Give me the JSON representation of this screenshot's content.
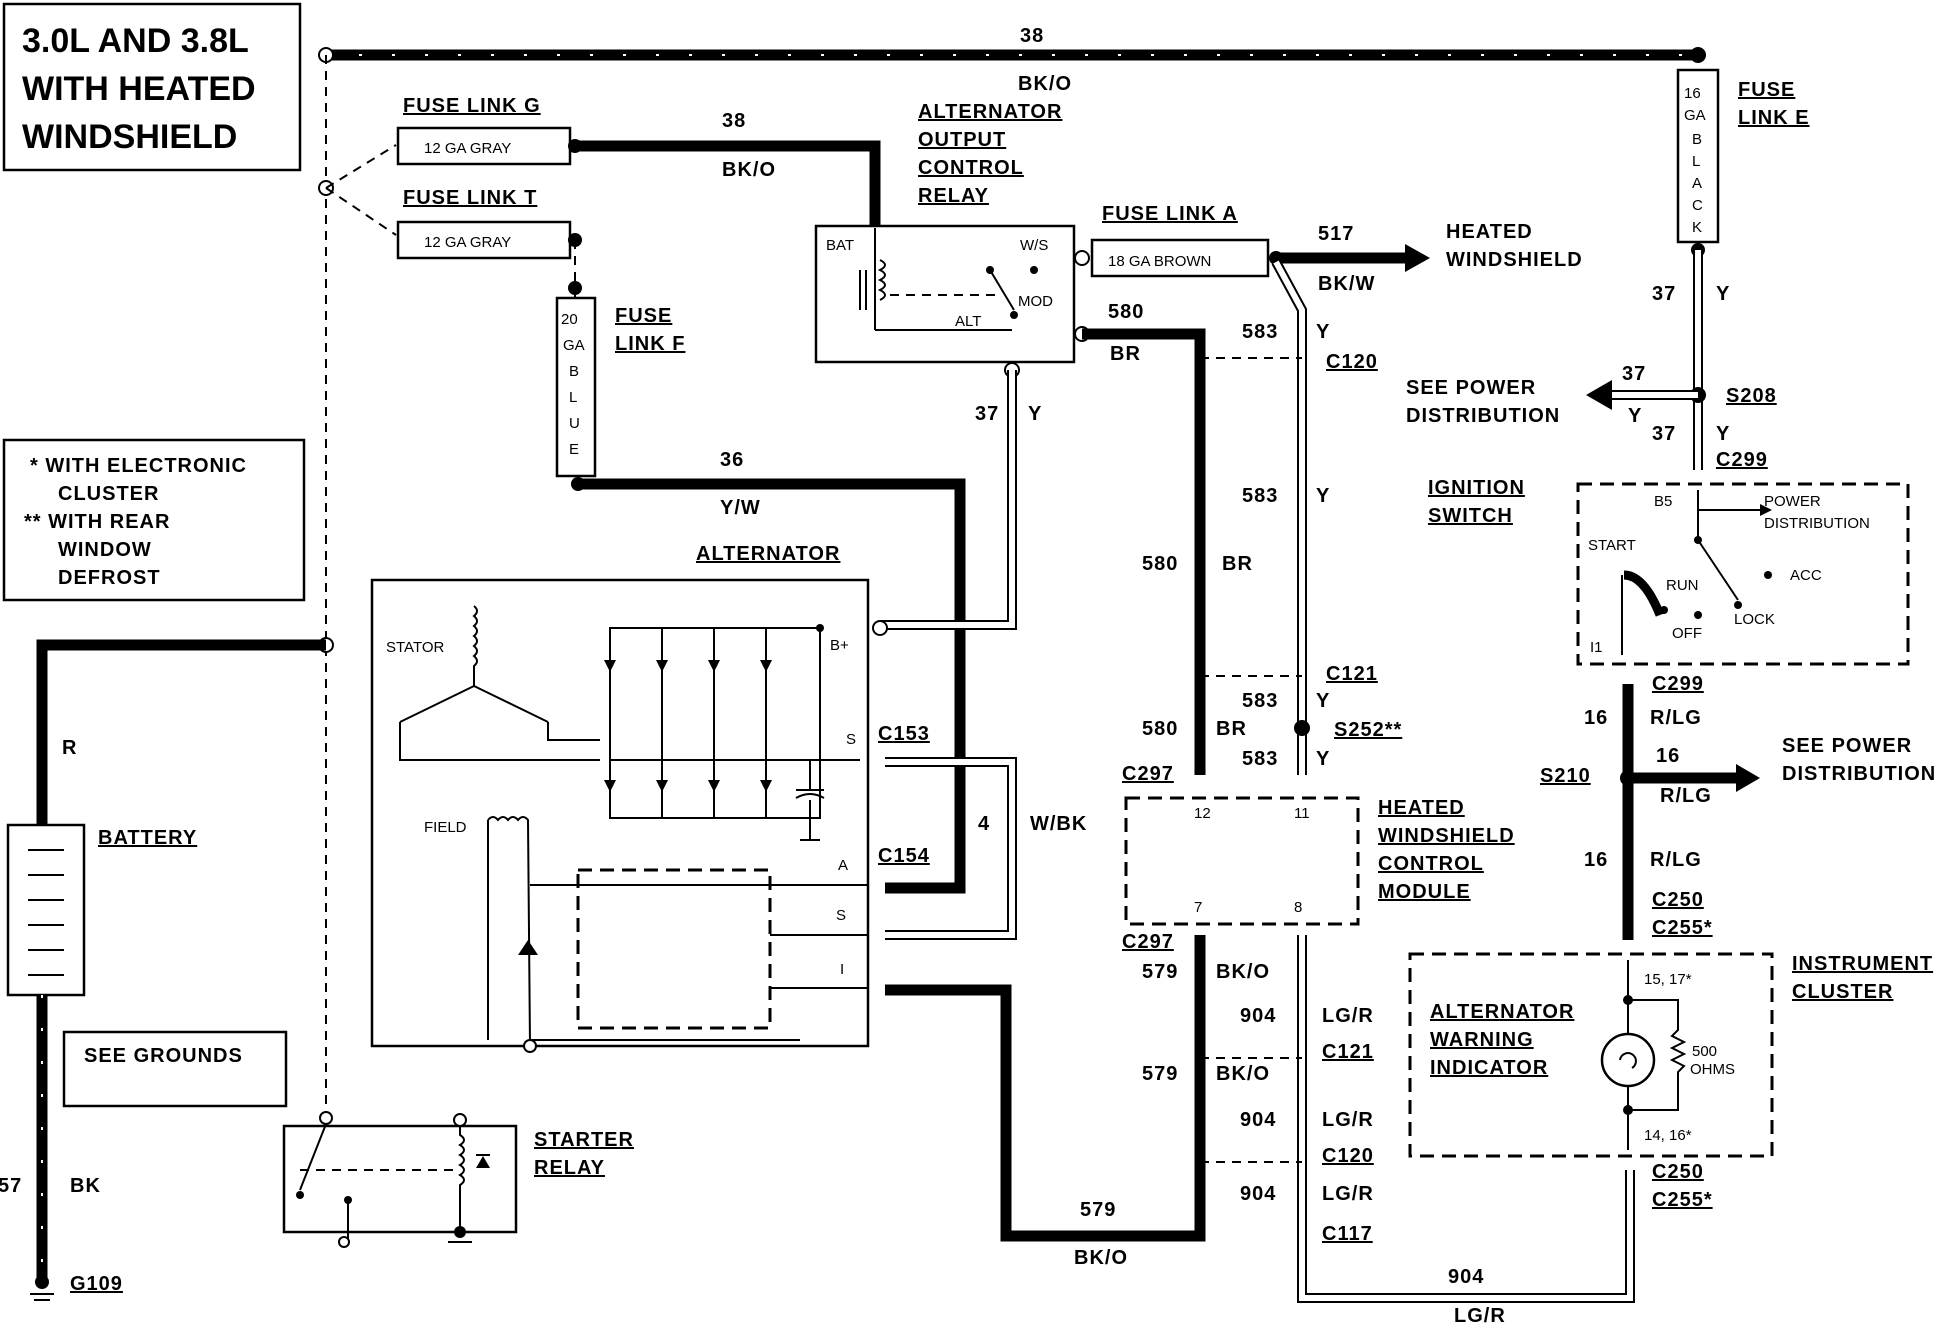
{
  "title": {
    "line1": "3.0L AND 3.8L",
    "line2": "WITH HEATED",
    "line3": "WINDSHIELD"
  },
  "legend": {
    "l1": "* WITH ELECTRONIC",
    "l2": "CLUSTER",
    "l3": "** WITH REAR",
    "l4": "WINDOW",
    "l5": "DEFROST"
  },
  "fuse_links": {
    "g": {
      "label": "FUSE LINK G",
      "spec": "12 GA GRAY"
    },
    "t": {
      "label": "FUSE LINK T",
      "spec": "12 GA GRAY"
    },
    "f": {
      "label1": "FUSE",
      "label2": "LINK F",
      "spec": [
        "20",
        "GA",
        "B",
        "L",
        "U",
        "E"
      ]
    },
    "a": {
      "label": "FUSE LINK A",
      "spec": "18 GA BROWN"
    },
    "e": {
      "label1": "FUSE",
      "label2": "LINK E",
      "spec": [
        "16",
        "GA",
        "B",
        "L",
        "A",
        "C",
        "K"
      ]
    }
  },
  "wires": {
    "w38_num": "38",
    "w38_color": "BK/O",
    "w38b_num": "38",
    "w38b_color": "BK/O",
    "w36_num": "36",
    "w36_color": "Y/W",
    "w37_num": "37",
    "w37_color": "Y",
    "w517_num": "517",
    "w517_color": "BK/W",
    "w580_num": "580",
    "w580_color": "BR",
    "w583_num": "583",
    "w583_color": "Y",
    "w580b_num": "580",
    "w580b_color": "BR",
    "w583b_num": "583",
    "w583b_color": "Y",
    "w580c_num": "580",
    "w580c_color": "BR",
    "w583c_num": "583",
    "w583c_color": "Y",
    "w583d_num": "583",
    "w583d_color": "Y",
    "w579_num": "579",
    "w579_color": "BK/O",
    "w579b_num": "579",
    "w579b_color": "BK/O",
    "w579c_num": "579",
    "w579c_color": "BK/O",
    "w904_num": "904",
    "w904_color": "LG/R",
    "w904b_num": "904",
    "w904b_color": "LG/R",
    "w904c_num": "904",
    "w904c_color": "LG/R",
    "w904d_num": "904",
    "w904d_color": "LG/R",
    "w4_num": "4",
    "w4_color": "W/BK",
    "wR_color": "R",
    "w57_num": "57",
    "w57_color": "BK",
    "w37e_num": "37",
    "w37e_color": "Y",
    "w37s_num": "37",
    "w37s_color": "Y",
    "w37s2_num": "37",
    "w37s2_color": "Y",
    "w37s3_num": "37",
    "w37s3_color": "Y",
    "w16_num": "16",
    "w16_color": "R/LG",
    "w16b_num": "16",
    "w16b_color": "R/LG",
    "w16c_num": "16",
    "w16c_color": "R/LG"
  },
  "components": {
    "aocr": [
      "ALTERNATOR",
      "OUTPUT",
      "CONTROL",
      "RELAY"
    ],
    "aocr_bat": "BAT",
    "aocr_ws": "W/S",
    "aocr_mod": "MOD",
    "aocr_alt": "ALT",
    "heated_ws": [
      "HEATED",
      "WINDSHIELD"
    ],
    "alternator": "ALTERNATOR",
    "stator": "STATOR",
    "field": "FIELD",
    "bplus": "B+",
    "alt_s": "S",
    "alt_a": "A",
    "alt_s2": "S",
    "alt_i": "I",
    "battery": "BATTERY",
    "see_grounds": "SEE GROUNDS",
    "g109": "G109",
    "starter_relay": [
      "STARTER",
      "RELAY"
    ],
    "hwcm": [
      "HEATED",
      "WINDSHIELD",
      "CONTROL",
      "MODULE"
    ],
    "hwcm_pins": {
      "p12": "12",
      "p11": "11",
      "p7": "7",
      "p8": "8"
    },
    "ignition": [
      "IGNITION",
      "SWITCH"
    ],
    "ign_b5": "B5",
    "ign_power": [
      "POWER",
      "DISTRIBUTION"
    ],
    "ign_start": "START",
    "ign_run": "RUN",
    "ign_acc": "ACC",
    "ign_off": "OFF",
    "ign_lock": "LOCK",
    "ign_i1": "I1",
    "see_power1": [
      "SEE POWER",
      "DISTRIBUTION"
    ],
    "see_power2": [
      "SEE POWER",
      "DISTRIBUTION"
    ],
    "instrument_cluster": [
      "INSTRUMENT",
      "CLUSTER"
    ],
    "alt_warning": [
      "ALTERNATOR",
      "WARNING",
      "INDICATOR"
    ],
    "ohms": [
      "500",
      "OHMS"
    ],
    "cl_pin_top": "15, 17*",
    "cl_pin_bot": "14, 16*"
  },
  "connectors": {
    "c120a": "C120",
    "c121a": "C121",
    "s252": "S252**",
    "c297a": "C297",
    "c297b": "C297",
    "c121b": "C121",
    "c120b": "C120",
    "c117": "C117",
    "c153": "C153",
    "c154": "C154",
    "s208": "S208",
    "c299a": "C299",
    "c299b": "C299",
    "s210": "S210",
    "c250a": "C250",
    "c255a": "C255*",
    "c250b": "C250",
    "c255b": "C255*"
  }
}
